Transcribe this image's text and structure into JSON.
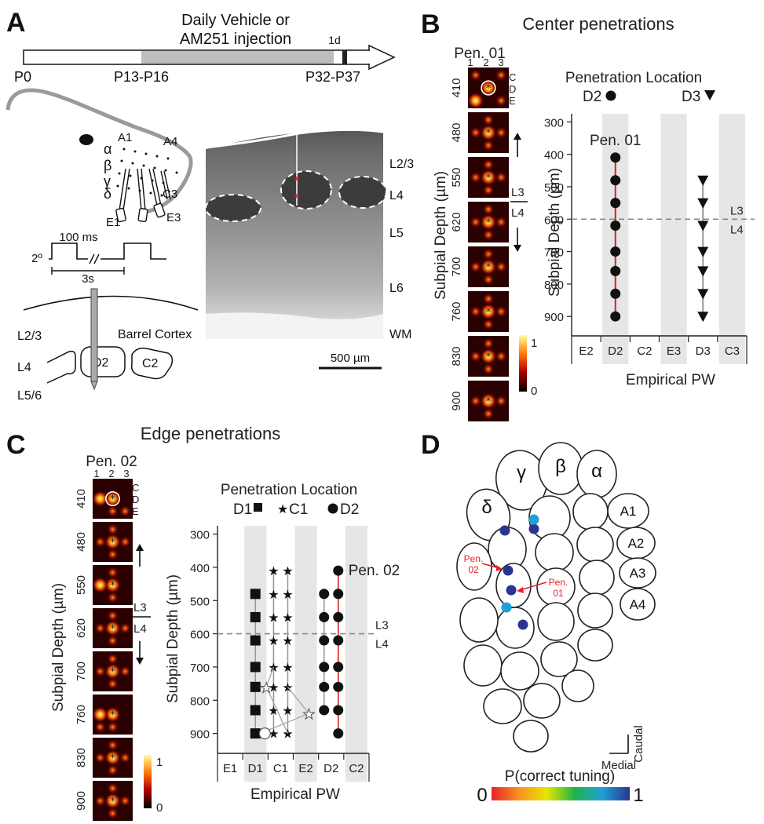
{
  "panel_labels": {
    "a": "A",
    "b": "B",
    "c": "C",
    "d": "D"
  },
  "panel_a": {
    "timeline_title_1": "Daily Vehicle or",
    "timeline_title_2": "AM251 injection",
    "t_p0": "P0",
    "t_p13": "P13-P16",
    "t_p32": "P32-P37",
    "t_1d": "1d",
    "greek_alpha": "α",
    "greek_beta": "β",
    "greek_gamma": "γ",
    "greek_delta": "δ",
    "whisker_a1": "A1",
    "whisker_a4": "A4",
    "whisker_c3": "C3",
    "whisker_e1": "E1",
    "whisker_e3": "E3",
    "stim_100ms": "100 ms",
    "stim_2deg": "2º",
    "stim_3s": "3s",
    "cortex_label": "Barrel Cortex",
    "layer_l23": "L2/3",
    "layer_l4": "L4",
    "layer_l56": "L5/6",
    "barrel_d2": "D2",
    "barrel_c2": "C2",
    "histo_l23": "L2/3",
    "histo_l4": "L4",
    "histo_l5": "L5",
    "histo_l6": "L6",
    "histo_wm": "WM",
    "scale_bar": "500 µm"
  },
  "panel_b": {
    "title": "Center penetrations",
    "pen_label": "Pen. 01",
    "grid_cols": [
      "1",
      "2",
      "3"
    ],
    "grid_rows": [
      "C",
      "D",
      "E"
    ],
    "depths": [
      "410",
      "480",
      "550",
      "620",
      "700",
      "760",
      "830",
      "900"
    ],
    "ylabel": "Subpial Depth (µm)",
    "l3": "L3",
    "l4": "L4",
    "cbar_max": "1",
    "cbar_min": "0",
    "loc_title": "Penetration Location",
    "legend_d2": "D2",
    "legend_d3": "D3",
    "pen_annot": "Pen. 01",
    "xlabel": "Empirical PW"
  },
  "panel_c": {
    "title": "Edge penetrations",
    "pen_label": "Pen. 02",
    "grid_cols": [
      "1",
      "2",
      "3"
    ],
    "grid_rows": [
      "C",
      "D",
      "E"
    ],
    "depths": [
      "410",
      "480",
      "550",
      "620",
      "700",
      "760",
      "830",
      "900"
    ],
    "ylabel": "Subpial Depth (µm)",
    "l3": "L3",
    "l4": "L4",
    "cbar_max": "1",
    "cbar_min": "0",
    "loc_title": "Penetration Location",
    "legend_d1": "D1",
    "legend_c1": "C1",
    "legend_d2": "D2",
    "pen_annot": "Pen. 02",
    "xlabel": "Empirical PW"
  },
  "panel_d": {
    "labels": {
      "gamma": "γ",
      "beta": "β",
      "alpha": "α",
      "delta": "δ",
      "a1": "A1",
      "a2": "A2",
      "a3": "A3",
      "a4": "A4"
    },
    "pen02_1": "Pen.",
    "pen02_2": "02",
    "pen01_1": "Pen.",
    "pen01_2": "01",
    "caudal": "Caudal",
    "medial": "Medial",
    "cbar_title": "P(correct tuning)",
    "cbar_min": "0",
    "cbar_max": "1"
  },
  "chart_data": [
    {
      "type": "scatter",
      "title": "Penetration Location",
      "ylabel": "Subpial Depth (µm)",
      "xlabel": "Empirical PW",
      "categories": [
        "E2",
        "D2",
        "C2",
        "E3",
        "D3",
        "C3"
      ],
      "ylim": [
        275,
        960
      ],
      "yticks": [
        300,
        400,
        500,
        600,
        700,
        800,
        900
      ],
      "shaded_categories": [
        "D2",
        "E3",
        "C3"
      ],
      "boundary_depth": 600,
      "series": [
        {
          "name": "D2",
          "marker": "circle",
          "category": "D2",
          "y": [
            410,
            480,
            550,
            620,
            700,
            760,
            830,
            900
          ],
          "line": "red"
        },
        {
          "name": "D3",
          "marker": "triangle",
          "category": "D3",
          "y": [
            480,
            550,
            620,
            700,
            760,
            830,
            900
          ],
          "line": "gray"
        }
      ]
    },
    {
      "type": "scatter",
      "title": "Penetration Location",
      "ylabel": "Subpial Depth (µm)",
      "xlabel": "Empirical PW",
      "categories": [
        "E1",
        "D1",
        "C1",
        "E2",
        "D2",
        "C2"
      ],
      "ylim": [
        275,
        960
      ],
      "yticks": [
        300,
        400,
        500,
        600,
        700,
        800,
        900
      ],
      "shaded_categories": [
        "D1",
        "E2",
        "C2"
      ],
      "boundary_depth": 600,
      "series": [
        {
          "name": "D1",
          "marker": "square",
          "category": "D1",
          "y": [
            480,
            550,
            620,
            700,
            760,
            830,
            900
          ]
        },
        {
          "name": "C1",
          "marker": "star",
          "category": "C1",
          "y": [
            410,
            480,
            550,
            620,
            700,
            760,
            830,
            900
          ]
        },
        {
          "name": "C1",
          "marker": "star",
          "category": "C1",
          "y": [
            410,
            480,
            550,
            620,
            700,
            760,
            830,
            900
          ]
        },
        {
          "name": "D2",
          "marker": "circle",
          "category": "D2",
          "y": [
            480,
            550,
            620,
            700,
            760,
            830
          ]
        },
        {
          "name": "D2",
          "marker": "circle",
          "category": "D2",
          "y": [
            410,
            480,
            550,
            620,
            700,
            760,
            830,
            900
          ],
          "line": "red"
        }
      ]
    }
  ]
}
